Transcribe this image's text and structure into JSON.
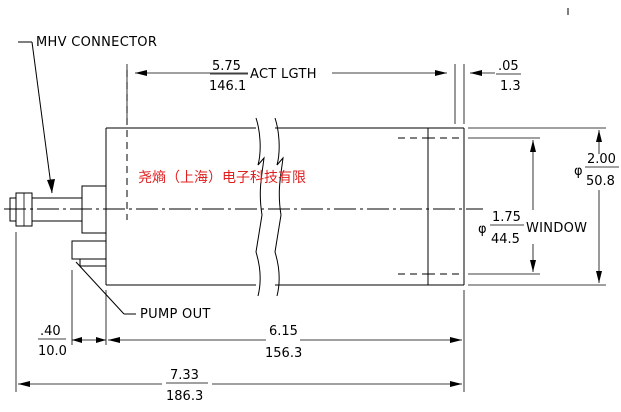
{
  "labels": {
    "connector": "MHV CONNECTOR",
    "active_length": "ACT LGTH",
    "window": "WINDOW",
    "pump_out": "PUMP OUT",
    "watermark": "尧熵（上海）电子科技有限",
    "diameter_symbol": "φ"
  },
  "dimensions": {
    "active_length": {
      "inch": "5.75",
      "mm": "146.1"
    },
    "window_offset": {
      "inch": ".05",
      "mm": "1.3"
    },
    "outer_diameter": {
      "inch": "2.00",
      "mm": "50.8"
    },
    "window_diameter": {
      "inch": "1.75",
      "mm": "44.5"
    },
    "connector_length": {
      "inch": ".40",
      "mm": "10.0"
    },
    "body_length": {
      "inch": "6.15",
      "mm": "156.3"
    },
    "overall_length": {
      "inch": "7.33",
      "mm": "186.3"
    }
  },
  "colors": {
    "line": "#000000",
    "watermark": "#e02020",
    "background": "#ffffff"
  }
}
